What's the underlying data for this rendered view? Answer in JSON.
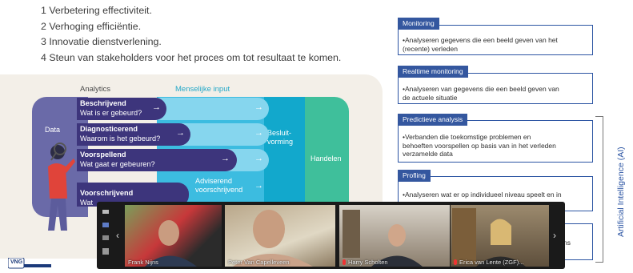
{
  "goals": [
    "1 Verbetering effectiviteit.",
    "2 Verhoging efficiëntie.",
    "3 Innovatie dienstverlening.",
    "4 Steun van stakeholders voor het proces om tot resultaat te komen."
  ],
  "infographic": {
    "analytics_header": "Analytics",
    "human_header": "Menselijke input",
    "data_label": "Data",
    "decision_label": "Besluit-\nvorming",
    "action_label": "Handelen",
    "rows": [
      {
        "title": "Beschrijvend",
        "sub": "Wat is er gebeurd?"
      },
      {
        "title": "Diagnosticerend",
        "sub": "Waarom is het gebeurd?"
      },
      {
        "title": "Voorspellend",
        "sub": "Wat gaat er gebeuren?"
      },
      {
        "title": "Voorschrijvend",
        "sub": "Wat"
      }
    ],
    "advisory_label": "Adviserend\nvoorschrijvend",
    "logo_text": "VNG"
  },
  "panel": {
    "boxes": [
      {
        "title": "Monitoring",
        "text": "•Analyseren gegevens die een beeld geven van het\n(recente) verleden"
      },
      {
        "title": "Realtime monitoring",
        "text": "•Analyseren van gegevens die een beeld geven van\nde actuele situatie"
      },
      {
        "title": "Predictieve analysis",
        "text": "•Verbanden die toekomstige problemen en\nbehoeften voorspellen op basis van in het verleden\nverzamelde data"
      },
      {
        "title": "Profling",
        "text": "•Analyseren wat er op individueel niveau speelt en in"
      },
      {
        "title": "",
        "text": "ns"
      }
    ],
    "ai_label": "Artificial Intelligence (AI)"
  },
  "video_call": {
    "participants": [
      {
        "name": "Frank Nijns",
        "muted": false
      },
      {
        "name": "Peter Van Capelleveen",
        "muted": false
      },
      {
        "name": "Harry Scholten",
        "muted": true
      },
      {
        "name": "Erica van Lente (ZGF)...",
        "muted": true
      }
    ]
  },
  "colors": {
    "panel_blue": "#34579f",
    "data_purple": "#6a6aa8",
    "row_purple": "#3d357c",
    "cyan": "#3cbce0",
    "green": "#3fbf9b"
  }
}
